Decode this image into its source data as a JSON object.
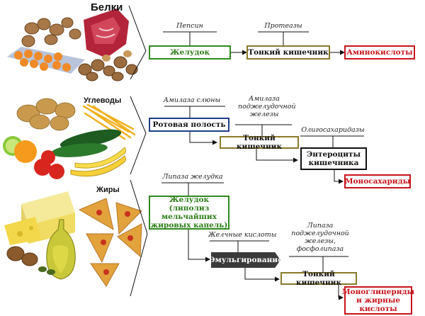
{
  "sections": {
    "proteins": "Белки",
    "carbs": "Углеводы",
    "fats": "Жиры"
  },
  "enzymes": {
    "pepsin": "Пепсин",
    "proteases": "Протеазы",
    "salivary_amylase": "Амилаза слюны",
    "pancreatic_amylase": "Амилаза\nподжелудочной\nжелезы",
    "oligosaccharidases": "Олигосахаридазы",
    "gastric_lipase": "Липаза желудка",
    "bile_acids": "Желчные кислоты",
    "pancreatic_lipase": "Липаза\nподжелудочной\nжелезы,\nфосфолипаза"
  },
  "boxes": {
    "stomach_1": "Желудок",
    "small_int_1": "Тонкий кишечник",
    "amino_acids": "Аминокислоты",
    "oral_cavity": "Ротовая полость",
    "small_int_2": "Тонкий кишечник",
    "enterocytes": "Энтероциты\nкишечника",
    "monosaccharides": "Моносахариды",
    "stomach_3": "Желудок\n(липолиз мельчайших\nжировых капель)",
    "emulsification": "Эмульгирование",
    "small_int_3": "Тонкий кишечник",
    "monoglycerides": "Моноглицериды\nи жирные\nкислоты"
  },
  "colors": {
    "green": "#2f8a1e",
    "olive": "#8a7a28",
    "red": "#c8141c",
    "blue": "#1c3f8c",
    "dark": "#3a3a3a"
  },
  "icons": [
    "meat-eggs-nuts-image",
    "vegetables-fruits-image",
    "cheese-oil-pizza-image"
  ]
}
